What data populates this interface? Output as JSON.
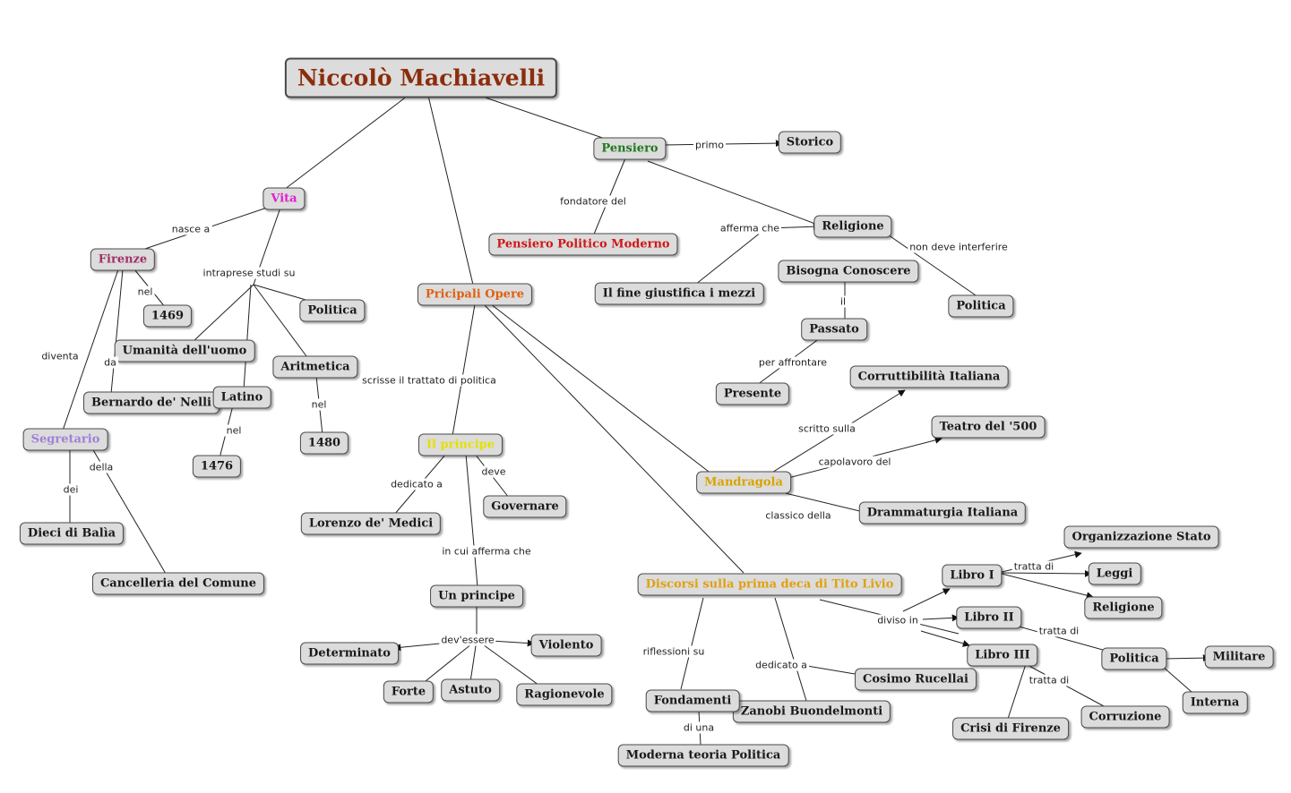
{
  "colors": {
    "root_text": "#8b2d0c",
    "vita": "#e020d0",
    "firenze": "#a0306a",
    "segretario": "#a080d8",
    "pensiero": "#1f7a1f",
    "pensiero_moderno": "#d01818",
    "principali_opere": "#e06010",
    "il_principe": "#e6e000",
    "mandragola": "#d8a400",
    "discorsi": "#e0a010",
    "default_text": "#1a1a1a"
  },
  "nodes": {
    "root": "Niccolò Machiavelli",
    "vita": "Vita",
    "firenze": "Firenze",
    "n1469": "1469",
    "segretario": "Segretario",
    "bernardo": "Bernardo de' Nelli",
    "dieci": "Dieci di Balìa",
    "cancelleria": "Cancelleria del Comune",
    "umanita": "Umanità dell'uomo",
    "politica_studi": "Politica",
    "latino": "Latino",
    "aritmetica": "Aritmetica",
    "n1476": "1476",
    "n1480": "1480",
    "opere": "Pricipali Opere",
    "principe": "Il principe",
    "lorenzo": "Lorenzo de' Medici",
    "governare": "Governare",
    "unprincipe": "Un principe",
    "determinato": "Determinato",
    "violento": "Violento",
    "forte": "Forte",
    "astuto": "Astuto",
    "ragionevole": "Ragionevole",
    "pensiero": "Pensiero",
    "storico": "Storico",
    "ppm": "Pensiero Politico Moderno",
    "religione": "Religione",
    "bisogna": "Bisogna Conoscere",
    "fine": "Il fine giustifica i mezzi",
    "politica_rel": "Politica",
    "passato": "Passato",
    "presente": "Presente",
    "mandragola": "Mandragola",
    "corrutt": "Corruttibilità Italiana",
    "teatro": "Teatro del '500",
    "drammaturgia": "Drammaturgia Italiana",
    "discorsi": "Discorsi sulla prima deca di Tito Livio",
    "libro1": "Libro I",
    "libro2": "Libro II",
    "libro3": "Libro III",
    "organizzazione": "Organizzazione Stato",
    "leggi": "Leggi",
    "religione2": "Religione",
    "politica_l2": "Politica",
    "militare": "Militare",
    "interna": "Interna",
    "crisi": "Crisi di Firenze",
    "corruzione": "Corruzione",
    "cosimo": "Cosimo Rucellai",
    "zanobi": "Zanobi Buondelmonti",
    "fondamenti": "Fondamenti",
    "moderna": "Moderna teoria Politica"
  },
  "labels": {
    "nasce_a": "nasce a",
    "nel_1469": "nel",
    "diventa": "diventa",
    "da": "da",
    "intraprese": "intraprese studi su",
    "nel_1476": "nel",
    "nel_1480": "nel",
    "dei": "dei",
    "della": "della",
    "scrisse": "scrisse il trattato di politica",
    "dedicato_lorenzo": "dedicato a",
    "deve": "deve",
    "in_cui": "in cui afferma che",
    "devessere": "dev'essere",
    "primo": "primo",
    "fondatore": "fondatore del",
    "afferma": "afferma che",
    "non_deve": "non deve interferire",
    "il": "il",
    "per_affrontare": "per affrontare",
    "scritto_sulla": "scritto sulla",
    "capolavoro": "capolavoro del",
    "classico": "classico della",
    "diviso": "diviso in",
    "tratta_l1": "tratta di",
    "tratta_l2": "tratta di",
    "tratta_l3": "tratta di",
    "dedicato_cosimo": "dedicato a",
    "riflessioni": "riflessioni su",
    "di_una": "di una"
  }
}
